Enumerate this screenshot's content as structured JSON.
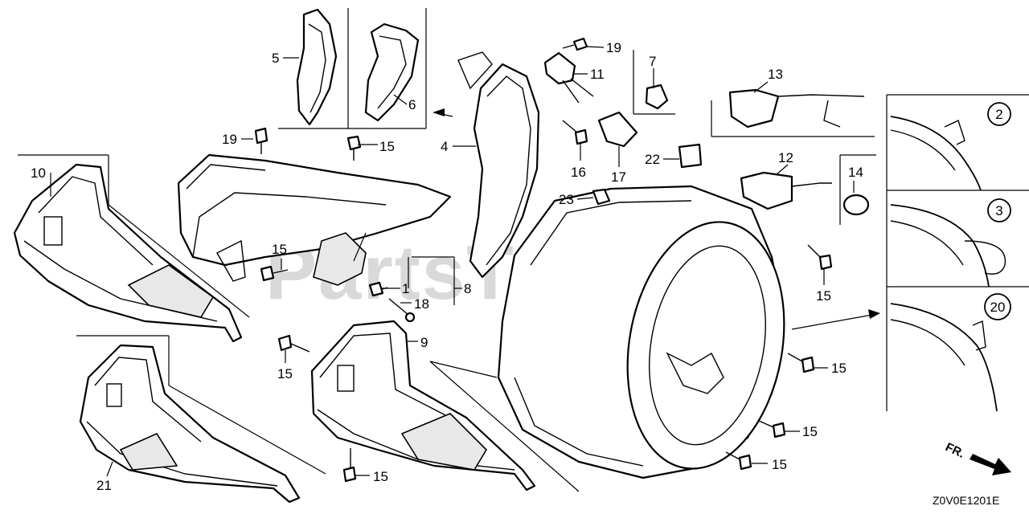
{
  "watermark": "PartsTree",
  "watermark_tm": "TM",
  "diagram_code": "Z0V0E1201E",
  "front_indicator": "FR.",
  "callouts": {
    "c1": "1",
    "c4": "4",
    "c5": "5",
    "c6": "6",
    "c7": "7",
    "c8": "8",
    "c9": "9",
    "c10": "10",
    "c11": "11",
    "c12": "12",
    "c13": "13",
    "c14": "14",
    "c16": "16",
    "c17": "17",
    "c18": "18",
    "c19a": "19",
    "c19b": "19",
    "c21": "21",
    "c22": "22",
    "c23": "23",
    "c15a": "15",
    "c15b": "15",
    "c15c": "15",
    "c15d": "15",
    "c15e": "15",
    "c15f": "15",
    "c15g": "15",
    "c15h": "15",
    "i2": "2",
    "i3": "3",
    "i20": "20"
  }
}
